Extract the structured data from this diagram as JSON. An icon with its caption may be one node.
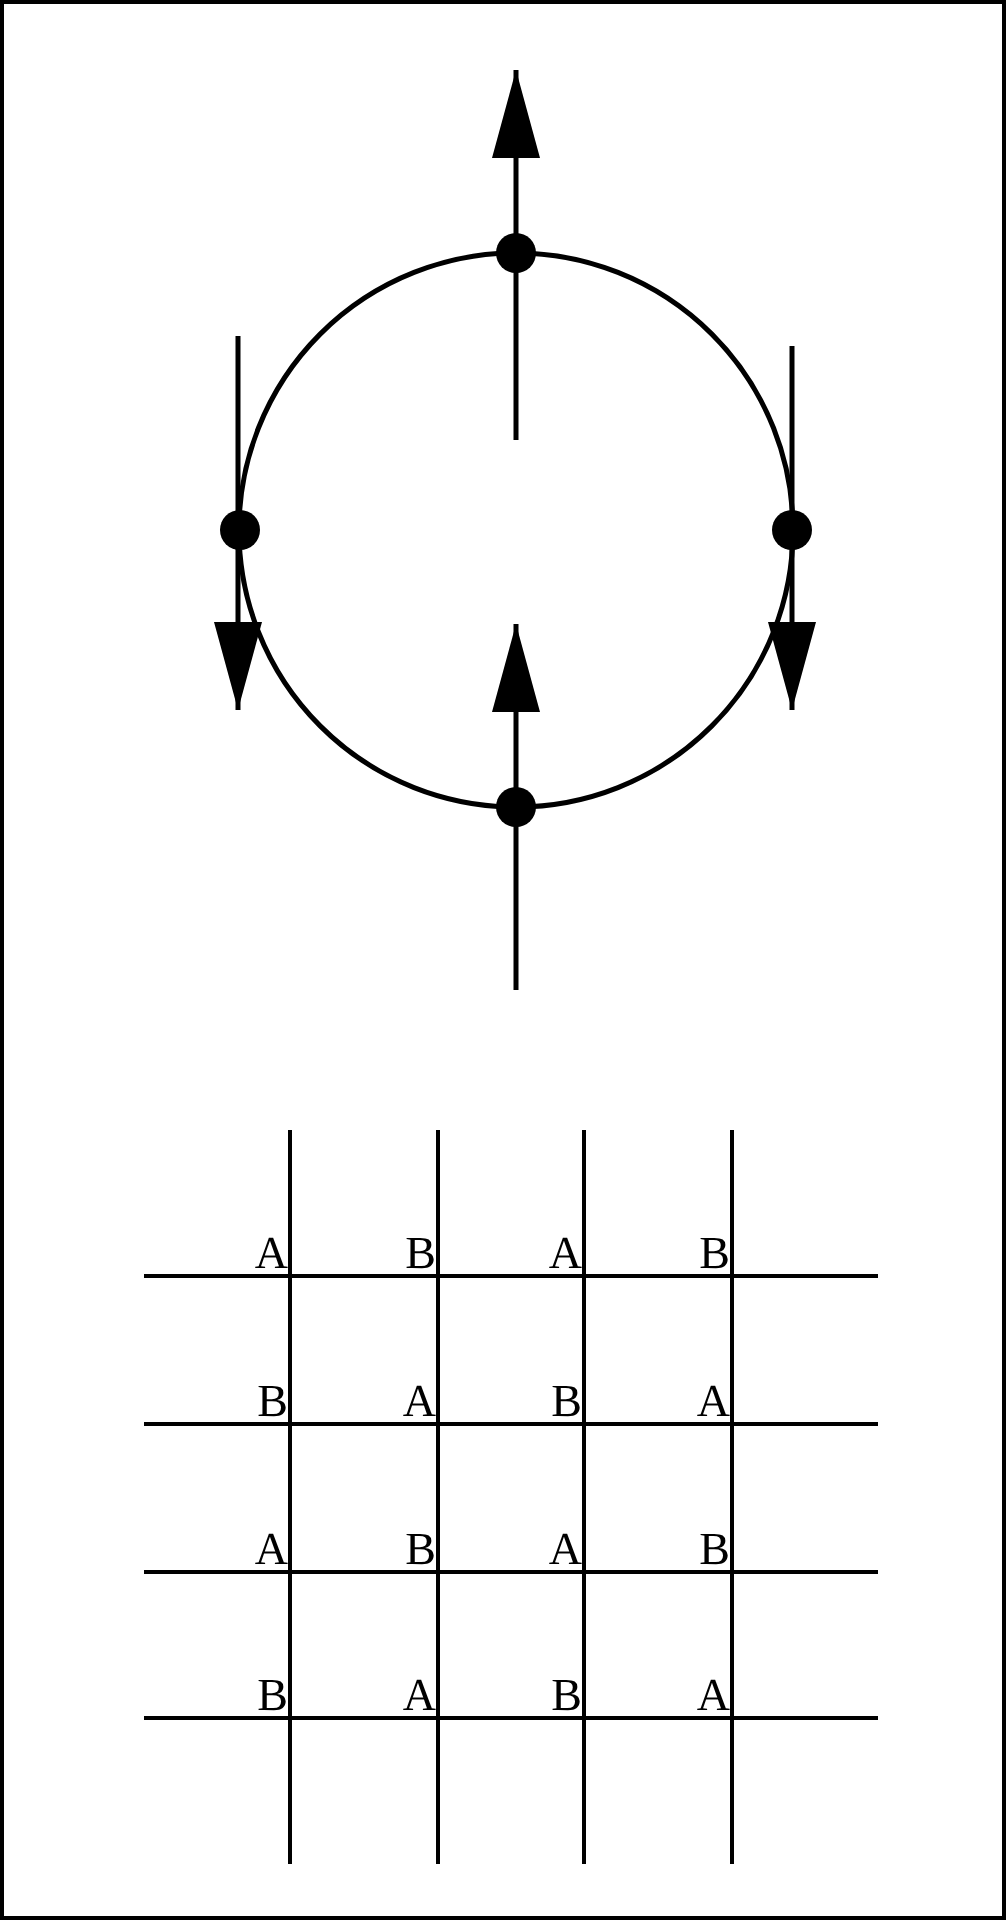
{
  "diagram": {
    "labels": [
      "A",
      "B",
      "A",
      "B",
      "B",
      "A",
      "B",
      "A",
      "A",
      "B",
      "A",
      "B",
      "B",
      "A",
      "B",
      "A"
    ]
  }
}
